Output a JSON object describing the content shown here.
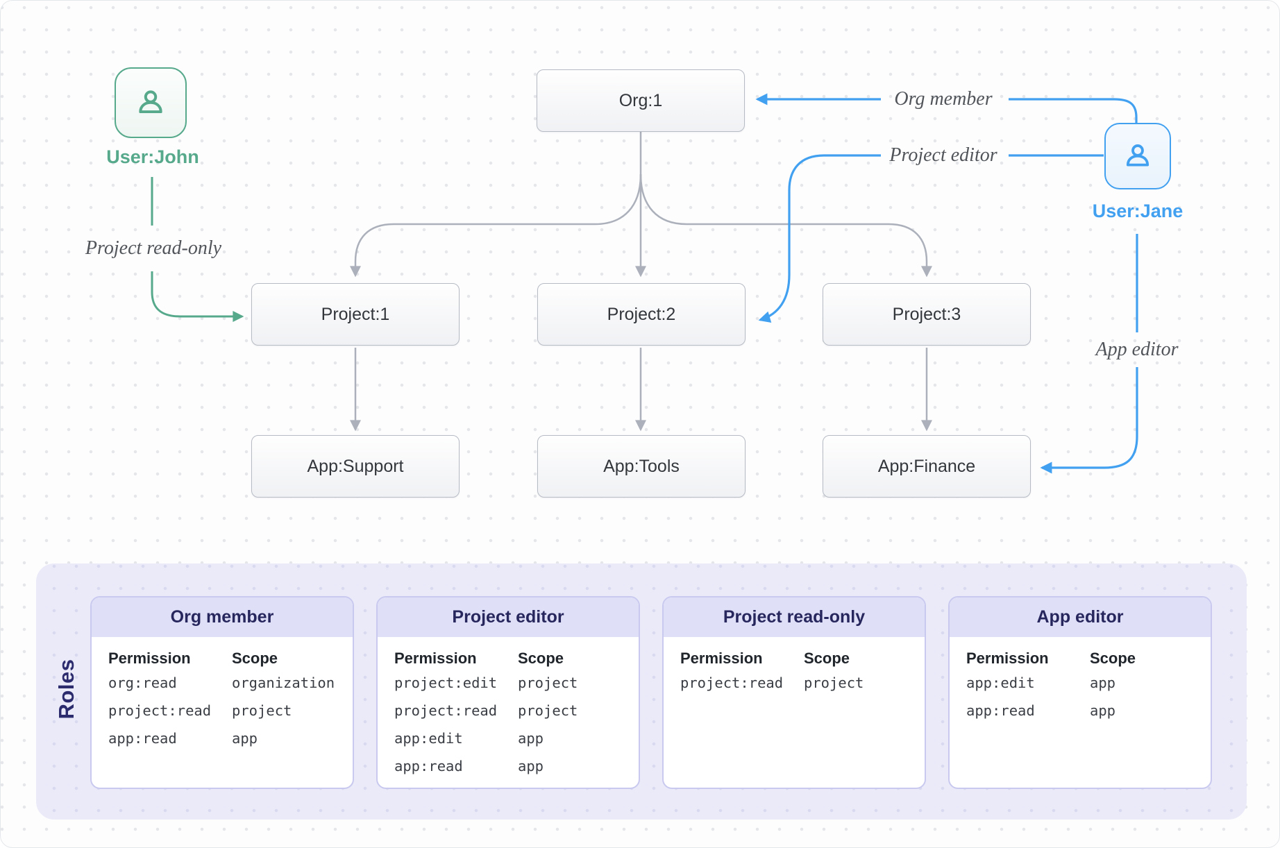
{
  "colors": {
    "green_accent": "#57a98c",
    "blue_accent": "#42a0f0",
    "gray_edge": "#abb0ba",
    "navy_text": "#2b2b6e",
    "panel_bg": "#e9e9f9",
    "card_border": "#c9c9ef",
    "card_header_bg": "#dfdff8"
  },
  "diagram": {
    "users": {
      "john": {
        "label": "User:John"
      },
      "jane": {
        "label": "User:Jane"
      }
    },
    "nodes": {
      "org": "Org:1",
      "project1": "Project:1",
      "project2": "Project:2",
      "project3": "Project:3",
      "app_support": "App:Support",
      "app_tools": "App:Tools",
      "app_finance": "App:Finance"
    },
    "edge_labels": {
      "project_read_only": "Project read-only",
      "org_member": "Org member",
      "project_editor": "Project editor",
      "app_editor": "App editor"
    }
  },
  "roles_panel": {
    "title": "Roles",
    "cards": [
      {
        "title": "Org member",
        "columns": [
          "Permission",
          "Scope"
        ],
        "rows": [
          {
            "permission": "org:read",
            "scope": "organization"
          },
          {
            "permission": "project:read",
            "scope": "project"
          },
          {
            "permission": "app:read",
            "scope": "app"
          }
        ]
      },
      {
        "title": "Project editor",
        "columns": [
          "Permission",
          "Scope"
        ],
        "rows": [
          {
            "permission": "project:edit",
            "scope": "project"
          },
          {
            "permission": "project:read",
            "scope": "project"
          },
          {
            "permission": "app:edit",
            "scope": "app"
          },
          {
            "permission": "app:read",
            "scope": "app"
          }
        ]
      },
      {
        "title": "Project read-only",
        "columns": [
          "Permission",
          "Scope"
        ],
        "rows": [
          {
            "permission": "project:read",
            "scope": "project"
          }
        ]
      },
      {
        "title": "App editor",
        "columns": [
          "Permission",
          "Scope"
        ],
        "rows": [
          {
            "permission": "app:edit",
            "scope": "app"
          },
          {
            "permission": "app:read",
            "scope": "app"
          }
        ]
      }
    ]
  }
}
